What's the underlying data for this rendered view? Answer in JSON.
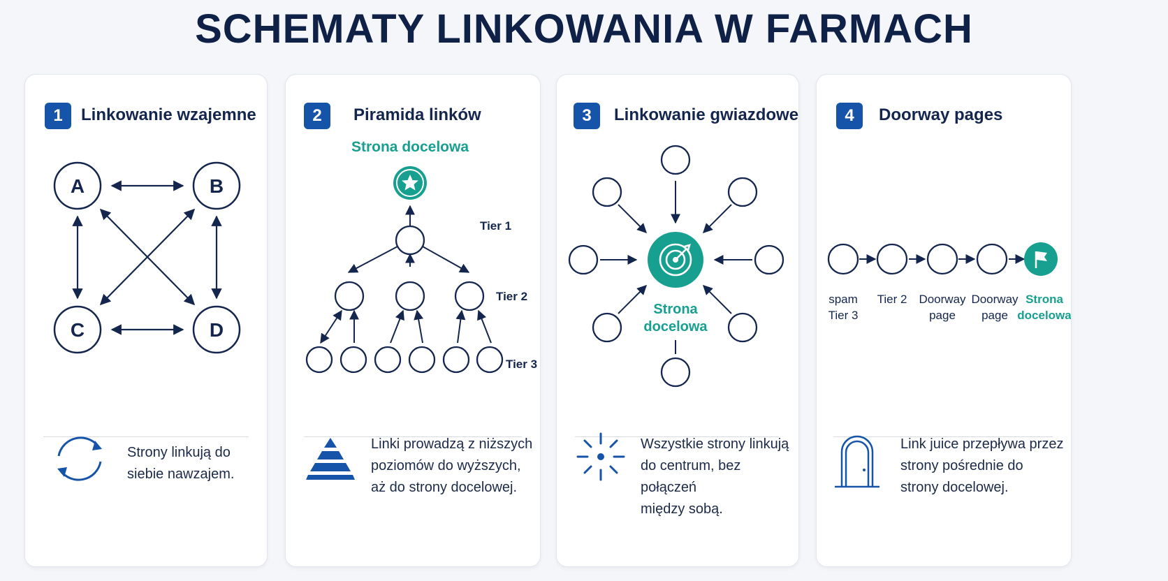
{
  "title": "SCHEMATY LINKOWANIA W FARMACH",
  "colors": {
    "navy": "#0f2147",
    "accent_blue": "#1554a8",
    "teal": "#17a08f",
    "background": "#f5f6f9"
  },
  "panels": [
    {
      "number": "1",
      "title": "Linkowanie wzajemne",
      "nodes": [
        "A",
        "B",
        "C",
        "D"
      ],
      "description": [
        "Strony linkują do",
        "siebie nawzajem."
      ],
      "icon": "refresh-cycle-icon"
    },
    {
      "number": "2",
      "title": "Piramida linków",
      "target_label": "Strona docelowa",
      "tiers": [
        "Tier 1",
        "Tier 2",
        "Tier 3"
      ],
      "description": [
        "Linki prowadzą z niższych",
        "poziomów do wyższych,",
        "aż do strony docelowej."
      ],
      "icon": "pyramid-icon"
    },
    {
      "number": "3",
      "title": "Linkowanie gwiazdowe",
      "center_label": [
        "Strona",
        "docelowa"
      ],
      "description": [
        "Wszystkie strony linkują",
        "do centrum, bez połączeń",
        "między sobą."
      ],
      "icon": "starburst-icon"
    },
    {
      "number": "4",
      "title": "Doorway pages",
      "chain": [
        {
          "label": [
            "spam",
            "Tier 3"
          ]
        },
        {
          "label": [
            "Tier 2"
          ]
        },
        {
          "label": [
            "Doorway",
            "page"
          ]
        },
        {
          "label": [
            "Doorway",
            "page"
          ]
        },
        {
          "label": [
            "Strona",
            "docelowa"
          ]
        }
      ],
      "description": [
        "Link juice przepływa przez",
        "strony pośrednie do",
        "strony docelowej."
      ],
      "icon": "door-icon"
    }
  ]
}
